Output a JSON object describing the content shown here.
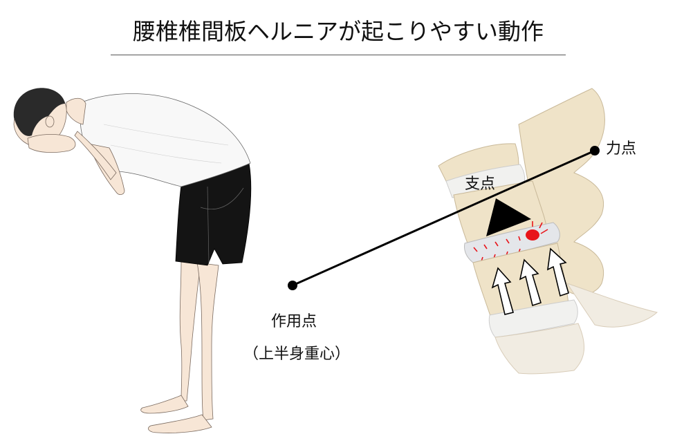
{
  "title": "腰椎椎間板ヘルニアが起こりやすい動作",
  "labels": {
    "force_point": "力点",
    "fulcrum": "支点",
    "action_point": "作用点",
    "action_point_note": "（上半身重心）"
  },
  "figures": {
    "person": "forward-bending-person",
    "spine": "lumbar-vertebrae-with-disc-pressure"
  },
  "colors": {
    "bone": "#efe3c8",
    "disc": "#e4e6ea",
    "pressure": "#e8141a",
    "shorts": "#141414",
    "shirt": "#f7f7f7",
    "skin": "#f7e6d6",
    "lever": "#000000"
  }
}
